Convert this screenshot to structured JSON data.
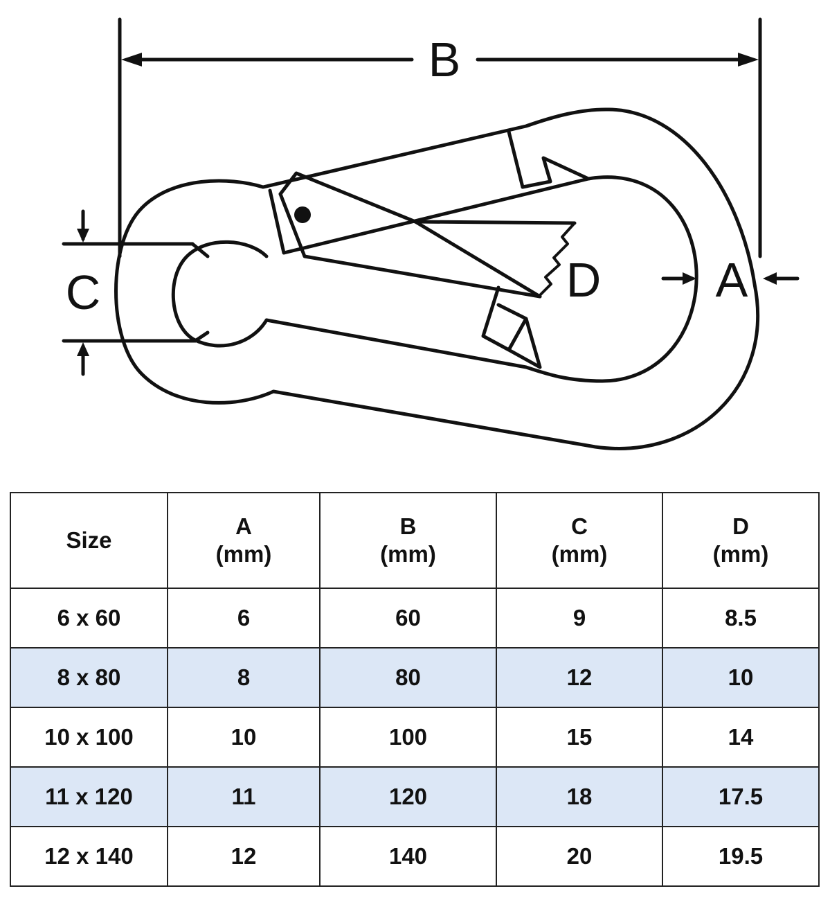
{
  "diagram": {
    "labels": {
      "a": "A",
      "b": "B",
      "c": "C",
      "d": "D"
    }
  },
  "table": {
    "headers": [
      {
        "name": "Size",
        "unit": ""
      },
      {
        "name": "A",
        "unit": "(mm)"
      },
      {
        "name": "B",
        "unit": "(mm)"
      },
      {
        "name": "C",
        "unit": "(mm)"
      },
      {
        "name": "D",
        "unit": "(mm)"
      }
    ],
    "rows": [
      [
        "6 x 60",
        "6",
        "60",
        "9",
        "8.5"
      ],
      [
        "8 x 80",
        "8",
        "80",
        "12",
        "10"
      ],
      [
        "10 x 100",
        "10",
        "100",
        "15",
        "14"
      ],
      [
        "11 x 120",
        "11",
        "120",
        "18",
        "17.5"
      ],
      [
        "12 x 140",
        "12",
        "140",
        "20",
        "19.5"
      ]
    ],
    "shaded_row_color": "#dce7f6"
  }
}
